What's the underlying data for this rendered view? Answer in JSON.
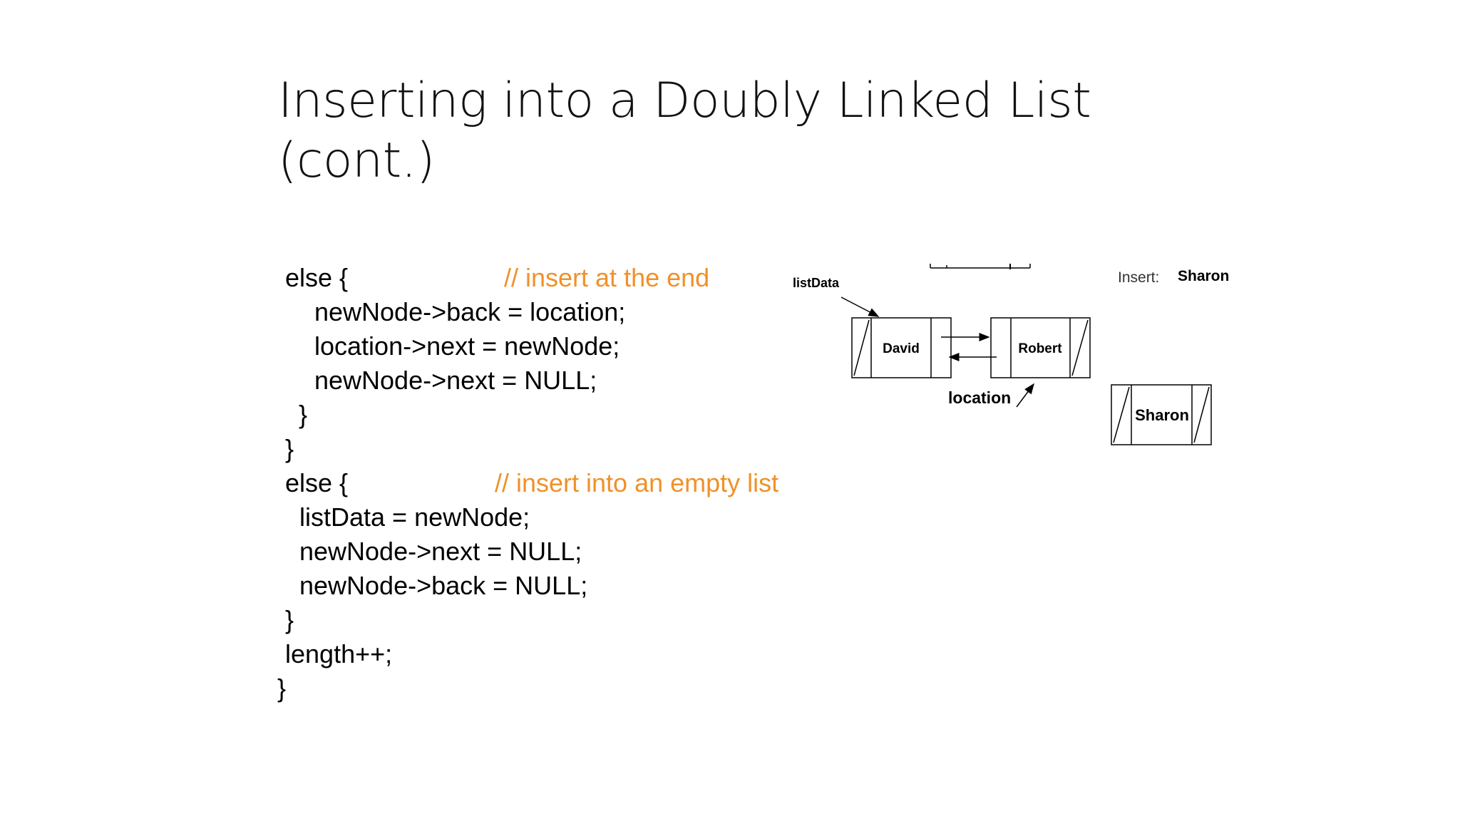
{
  "slide": {
    "title_line1": "Inserting into a Doubly Linked List",
    "title_line2": "(cont.)"
  },
  "code": {
    "lines": [
      "else {",
      "newNode->back = location;",
      "location->next = newNode;",
      "newNode->next = NULL;",
      "}",
      "}",
      "else {",
      "listData = newNode;",
      "newNode->next = NULL;",
      "newNode->back = NULL;",
      "}",
      "length++;",
      "}"
    ],
    "comments": {
      "insert_end": "// insert at the end",
      "insert_empty": "// insert into an empty list"
    }
  },
  "diagram": {
    "pointer_label": "listData",
    "node1": "David",
    "node2": "Robert",
    "location_label": "location",
    "insert_prefix": "Insert:",
    "insert_value": "Sharon",
    "new_node": "Sharon"
  },
  "colors": {
    "comment": "#f0912a",
    "text": "#000000",
    "background": "#ffffff"
  }
}
